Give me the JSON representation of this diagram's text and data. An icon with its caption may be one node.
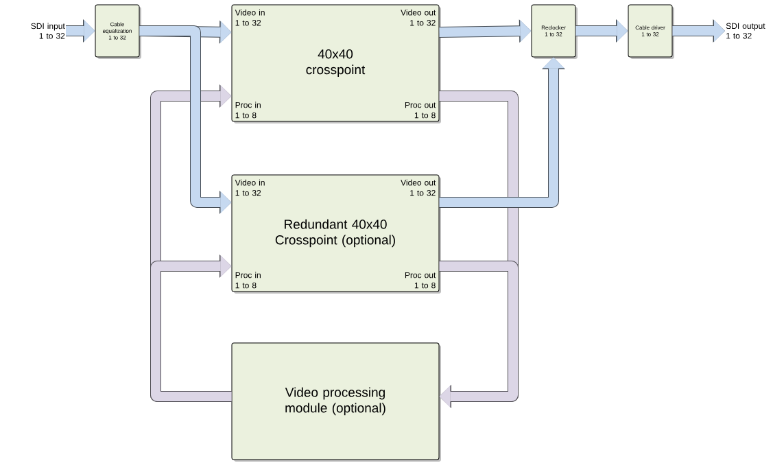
{
  "diagram": {
    "nodes": [
      {
        "text": [
          "SDI input 1 to 32"
        ]
      },
      {
        "text": [
          "Cable equalization 1 to 32"
        ]
      },
      {
        "text": [
          "40x40 crosspoint",
          "Video in 1 to 32",
          "Video out 1 to 32",
          "Proc in 1 to 8",
          "Proc out 1 to 8"
        ]
      },
      {
        "text": [
          "Reclocker 1 to 32"
        ]
      },
      {
        "text": [
          "Cable driver 1 to 32"
        ]
      },
      {
        "text": [
          "SDI output 1 to 32"
        ]
      },
      {
        "text": [
          "Redundant 40x40 Crosspoint (optional)",
          "Video in 1 to 32",
          "Video out 1 to 32",
          "Proc in 1 to 8",
          "Proc out 1 to 8"
        ]
      },
      {
        "text": [
          "Video processing module (optional)"
        ]
      }
    ],
    "edges": [
      {
        "from": 0,
        "to": 1,
        "arrow": "to"
      },
      {
        "from": 1,
        "to": 2,
        "arrow": "to"
      },
      {
        "from": 1,
        "to": 6,
        "arrow": "to"
      },
      {
        "from": 2,
        "to": 3,
        "arrow": "to"
      },
      {
        "from": 6,
        "to": 3,
        "arrow": "to"
      },
      {
        "from": 3,
        "to": 4,
        "arrow": "to"
      },
      {
        "from": 4,
        "to": 5,
        "arrow": "to"
      },
      {
        "from": 2,
        "to": 7,
        "arrow": "to",
        "color": "#dcd6e6"
      },
      {
        "from": 6,
        "to": 7,
        "arrow": "to",
        "color": "#dcd6e6"
      },
      {
        "from": 7,
        "to": 2,
        "arrow": "to",
        "color": "#dcd6e6"
      },
      {
        "from": 7,
        "to": 6,
        "arrow": "to",
        "color": "#dcd6e6"
      }
    ]
  }
}
